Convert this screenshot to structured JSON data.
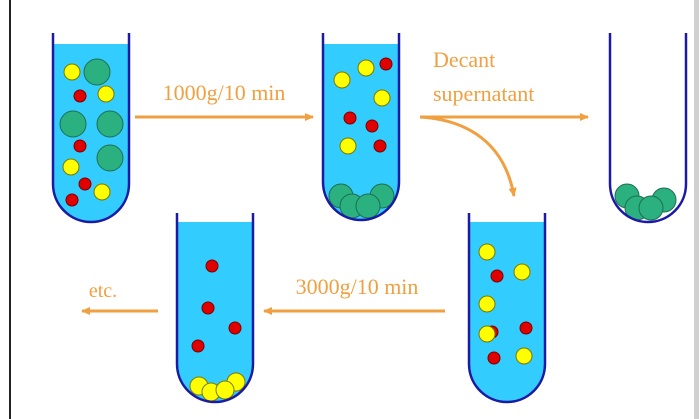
{
  "labels": {
    "step1_speed": "1000g/10 min",
    "decant_line1": "Decant",
    "decant_line2": "supernatant",
    "step2_speed": "3000g/10 min",
    "continue": "etc."
  },
  "colors": {
    "liquid": "#33ccff",
    "tube_outline": "#1a1aa6",
    "large_particle": "#2bb07f",
    "medium_particle": "#ffff00",
    "small_particle": "#e00000",
    "arrow": "#f0a040",
    "text": "#f0a040"
  }
}
